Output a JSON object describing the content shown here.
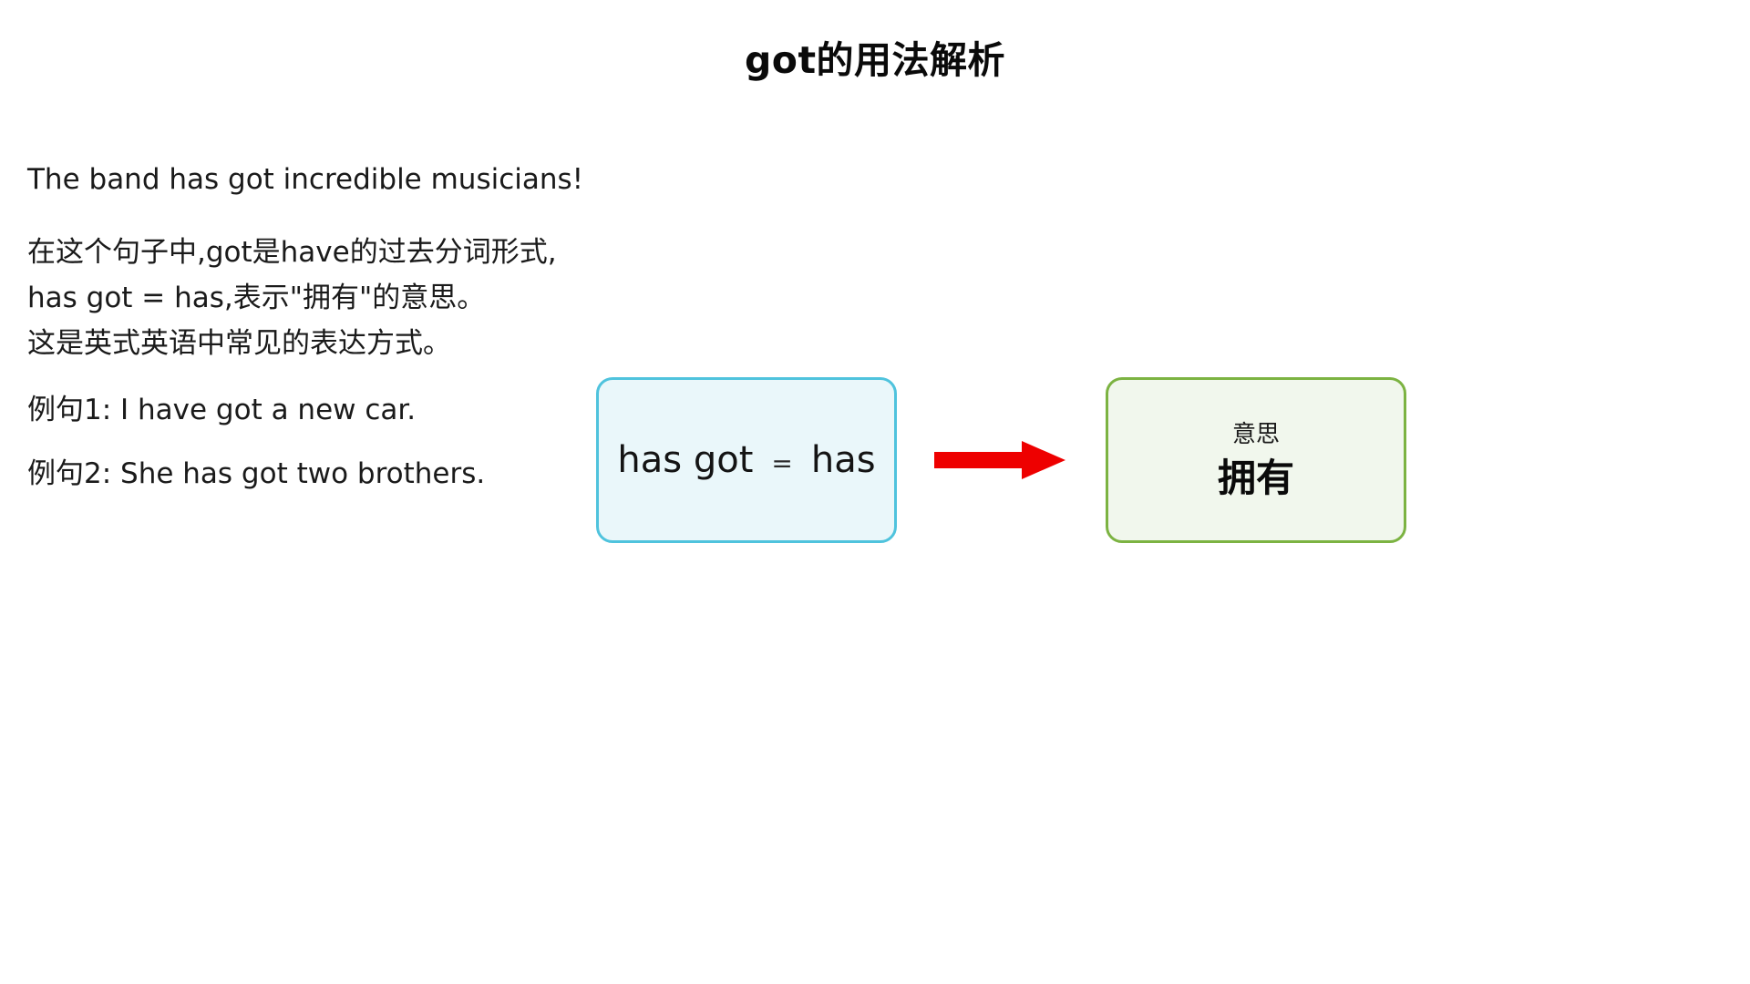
{
  "title": "got的用法解析",
  "content": {
    "example_sentence": "The band has got incredible musicians!",
    "explanation_lines": [
      "在这个句子中,got是have的过去分词形式,",
      "has got = has,表示\"拥有\"的意思。",
      "这是英式英语中常见的表达方式。"
    ],
    "examples": [
      "例句1: I have got a new car.",
      "例句2: She has got two brothers."
    ]
  },
  "diagram": {
    "equation_box": {
      "left_term": "has got",
      "operator": "=",
      "right_term": "has",
      "border_color": "#4fc3dd",
      "fill_color": "#eaf7fa"
    },
    "arrow": {
      "direction": "right",
      "color": "#ee0000"
    },
    "meaning_box": {
      "label": "意思",
      "value": "拥有",
      "border_color": "#7cb342",
      "fill_color": "#f1f7ed"
    }
  }
}
